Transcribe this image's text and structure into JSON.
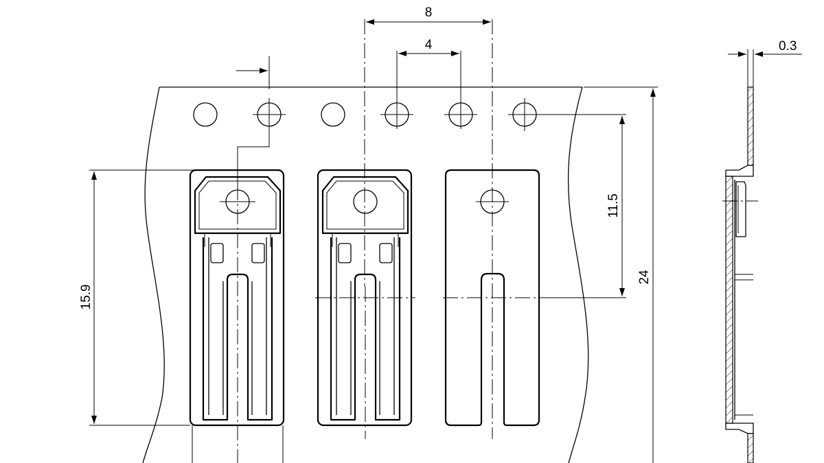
{
  "dimensions": {
    "pitch_sprocket": "8",
    "pitch_hole": "4",
    "thickness": "0.3",
    "hole_to_center": "11.5",
    "pocket_length": "15.9",
    "tape_width": "24"
  }
}
